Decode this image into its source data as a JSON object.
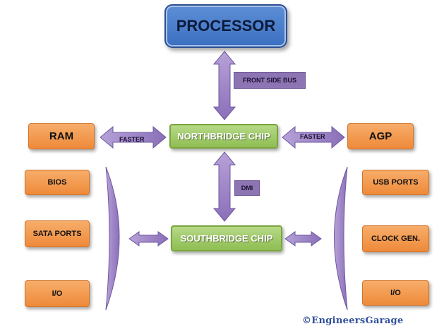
{
  "processor": {
    "label": "PROCESSOR"
  },
  "buses": {
    "front_side_bus": "FRONT SIDE BUS",
    "dmi": "DMI"
  },
  "northbridge": {
    "label": "NORTHBRIDGE CHIP"
  },
  "southbridge": {
    "label": "SOUTHBRIDGE CHIP"
  },
  "left_top": {
    "ram": "RAM",
    "faster": "FASTER"
  },
  "right_top": {
    "agp": "AGP",
    "faster": "FASTER"
  },
  "left_group": {
    "items": [
      "BIOS",
      "SATA PORTS",
      "I/O"
    ]
  },
  "right_group": {
    "items": [
      "USB PORTS",
      "CLOCK GEN.",
      "I/O"
    ]
  },
  "watermark": {
    "text": "©EngineersGarage"
  },
  "colors": {
    "processor": "#4a7fcf",
    "chip": "#9ccb5f",
    "peripheral": "#f19a4c",
    "arrow": "#9b83c2"
  }
}
